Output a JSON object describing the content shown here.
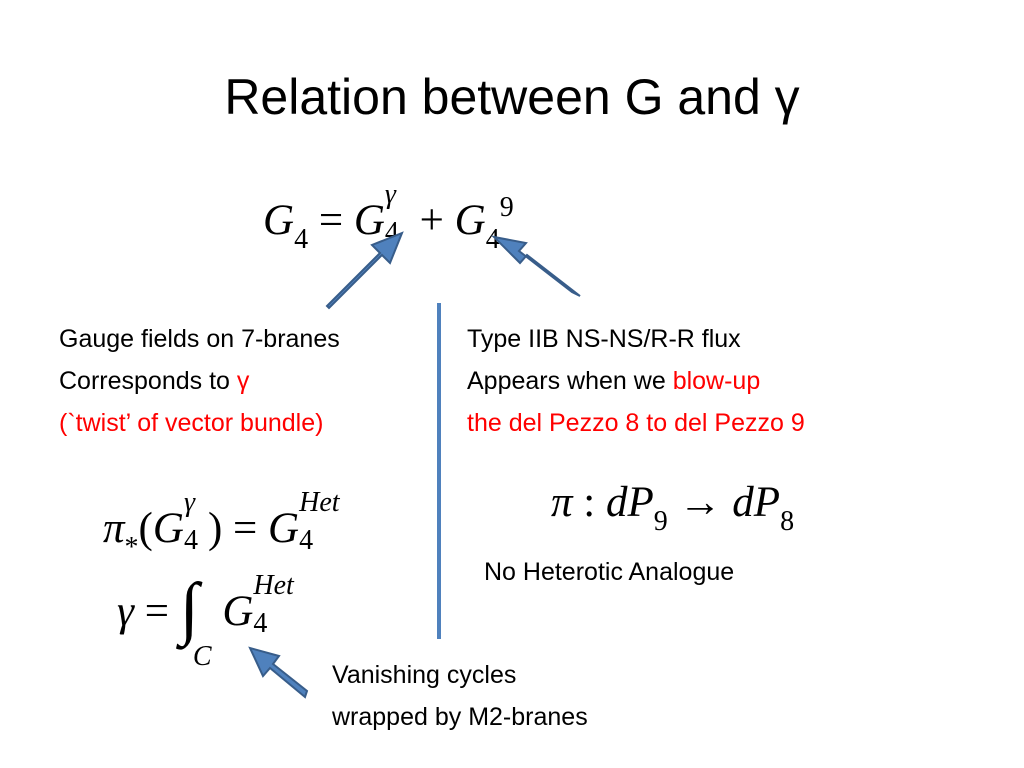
{
  "slide": {
    "title": "Relation between G and γ"
  },
  "top_equation": {
    "lhs": "G",
    "lhs_sub": "4",
    "eq": "=",
    "t1": "G",
    "t1_sup": "γ",
    "t1_sub": "4",
    "plus": "+",
    "t2": "G",
    "t2_sub": "4",
    "t2_sup": "9"
  },
  "left_text": {
    "line1": "Gauge fields on 7-branes",
    "line2_prefix": "Corresponds to ",
    "line2_highlight": "γ",
    "line3": "(`twist’ of vector bundle)"
  },
  "right_text": {
    "line1": "Type IIB NS-NS/R-R flux",
    "line2_prefix": "Appears when we ",
    "line2_highlight": "blow-up",
    "line3": "the del Pezzo 8 to del Pezzo 9"
  },
  "left_equations": {
    "eq1": {
      "pi": "π",
      "pi_sub": "*",
      "open": "(",
      "g": "G",
      "g_sup": "γ",
      "g_sub": "4",
      "close": ")",
      "eq": "=",
      "rhs": "G",
      "rhs_sup": "Het",
      "rhs_sub": "4"
    },
    "eq2": {
      "gamma": "γ",
      "eq": "=",
      "integral": "∫",
      "integral_sub": "C",
      "g": "G",
      "g_sup": "Het",
      "g_sub": "4"
    }
  },
  "right_equation": {
    "pi": "π",
    "colon": ":",
    "d1": "dP",
    "d1_sub": "9",
    "arrow": "→",
    "d2": "dP",
    "d2_sub": "8"
  },
  "no_heterotic": "No Heterotic Analogue",
  "bottom_text": {
    "line1": "Vanishing cycles",
    "line2": "wrapped by M2-branes"
  },
  "colors": {
    "arrow_fill": "#4f81bd",
    "arrow_stroke": "#385d8a",
    "highlight": "#ff0000",
    "divider": "#4f81bd"
  }
}
